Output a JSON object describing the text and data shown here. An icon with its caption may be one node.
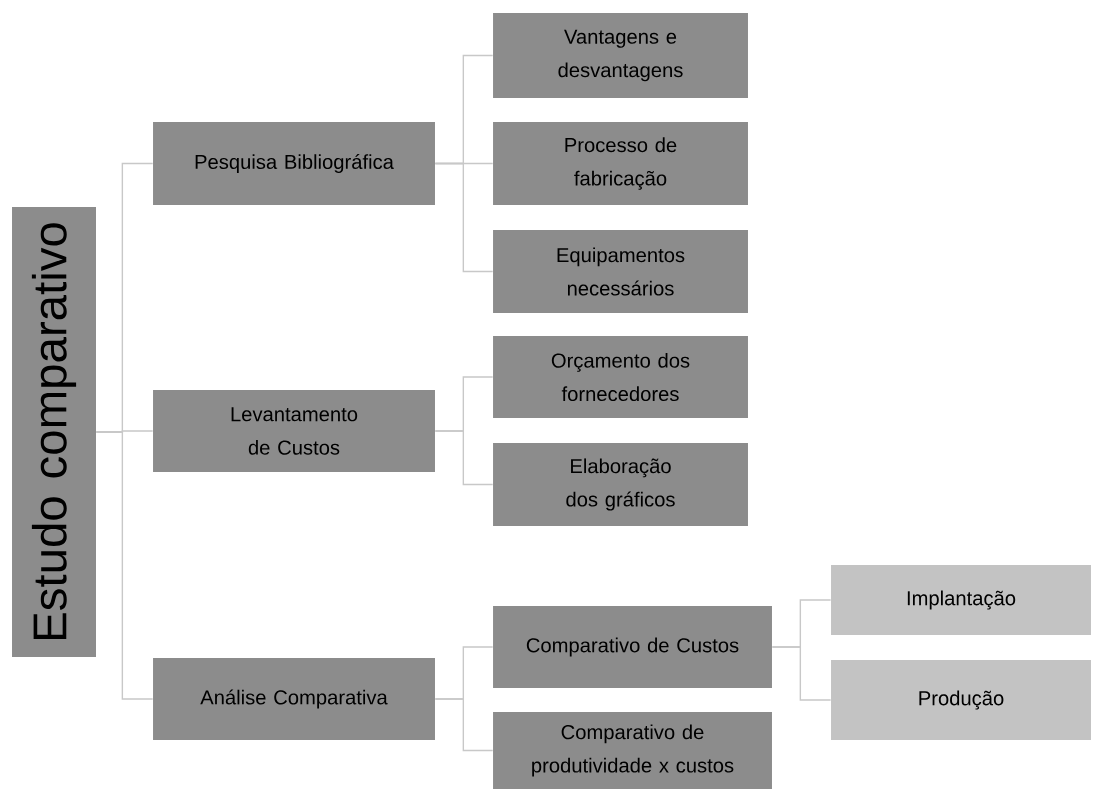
{
  "diagram": {
    "nodes": [
      {
        "text": [
          "Estudo comparativo"
        ]
      },
      {
        "text": [
          "Pesquisa Bibliográfica"
        ]
      },
      {
        "text": [
          "Levantamento de Custos"
        ]
      },
      {
        "text": [
          "Análise Comparativa"
        ]
      },
      {
        "text": [
          "Vantagens e desvantagens"
        ]
      },
      {
        "text": [
          "Processo de fabricação"
        ]
      },
      {
        "text": [
          "Equipamentos necessários"
        ]
      },
      {
        "text": [
          "Orçamento dos fornecedores"
        ]
      },
      {
        "text": [
          "Elaboração dos gráficos"
        ]
      },
      {
        "text": [
          "Comparativo de Custos"
        ]
      },
      {
        "text": [
          "Comparativo de produtividade x custos"
        ]
      },
      {
        "text": [
          "Implantação"
        ]
      },
      {
        "text": [
          "Produção"
        ]
      }
    ],
    "edges": [
      {
        "from": 0,
        "to": 1,
        "arrow": "none"
      },
      {
        "from": 0,
        "to": 2,
        "arrow": "none"
      },
      {
        "from": 0,
        "to": 3,
        "arrow": "none"
      },
      {
        "from": 1,
        "to": 4,
        "arrow": "none"
      },
      {
        "from": 1,
        "to": 5,
        "arrow": "none"
      },
      {
        "from": 1,
        "to": 6,
        "arrow": "none"
      },
      {
        "from": 2,
        "to": 7,
        "arrow": "none"
      },
      {
        "from": 2,
        "to": 8,
        "arrow": "none"
      },
      {
        "from": 3,
        "to": 9,
        "arrow": "none"
      },
      {
        "from": 3,
        "to": 10,
        "arrow": "none"
      },
      {
        "from": 9,
        "to": 11,
        "arrow": "none"
      },
      {
        "from": 9,
        "to": 12,
        "arrow": "none"
      }
    ]
  }
}
